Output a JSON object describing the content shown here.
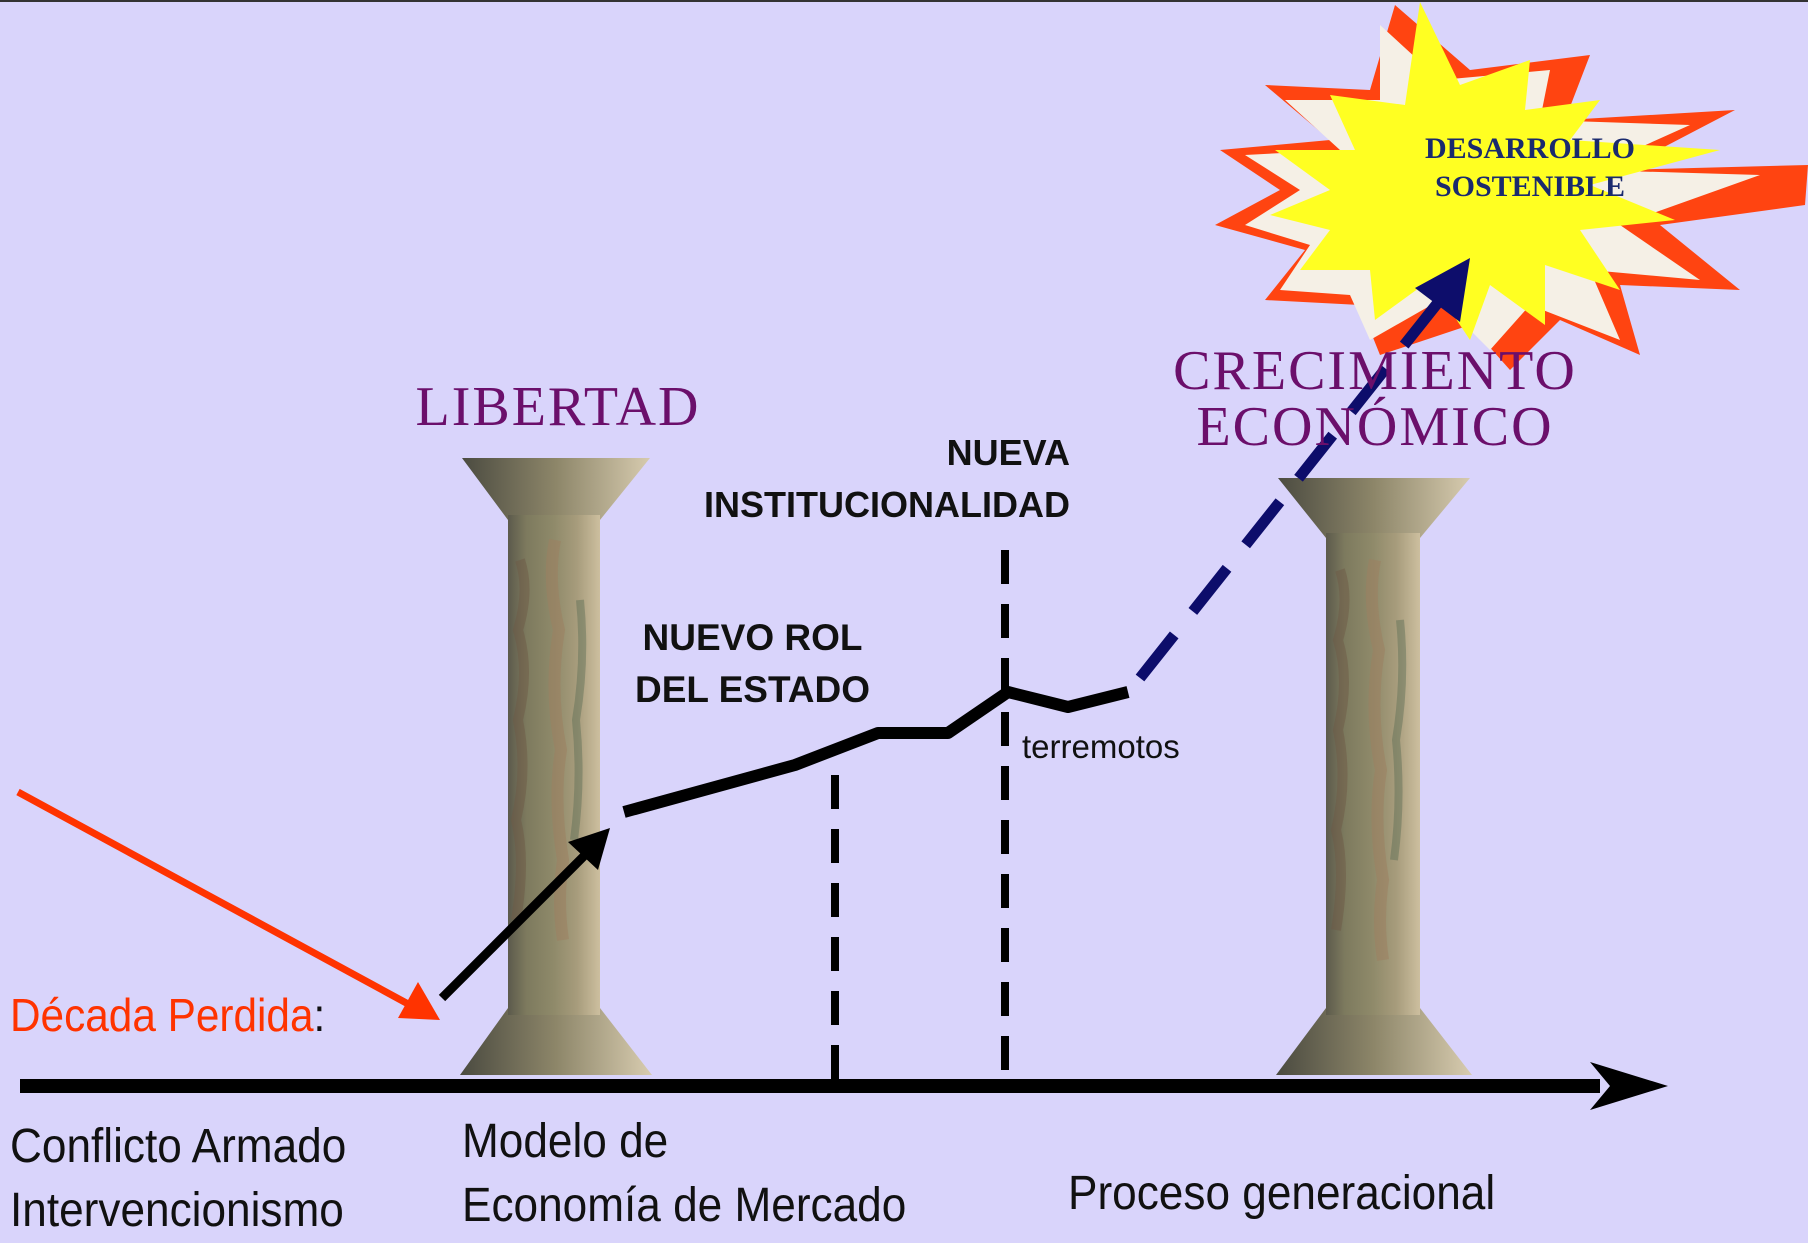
{
  "pillars": {
    "left_title": "LIBERTAD",
    "right_title_line1": "CRECIMIENTO",
    "right_title_line2": "ECONÓMICO"
  },
  "goal": {
    "line1": "DESARROLLO",
    "line2": "SOSTENIBLE"
  },
  "stages": {
    "nuevo_rol_line1": "NUEVO ROL",
    "nuevo_rol_line2": "DEL ESTADO",
    "nueva_line1": "NUEVA",
    "nueva_line2": "INSTITUCIONALIDAD",
    "terremotos": "terremotos"
  },
  "left_label": {
    "decada": "Década Perdida",
    "colon": ":"
  },
  "bottom": {
    "col1_line1": "Conflicto Armado",
    "col1_line2": "Intervencionismo",
    "col2_line1": "Modelo de",
    "col2_line2": "Economía de Mercado",
    "col3": "Proceso generacional"
  },
  "colors": {
    "background": "#d9d4fb",
    "title": "#6b0f6b",
    "decada": "#ff3300",
    "dashed_arrow": "#0d0d6b",
    "burst_yellow": "#ffff22",
    "burst_red": "#ff4411"
  }
}
